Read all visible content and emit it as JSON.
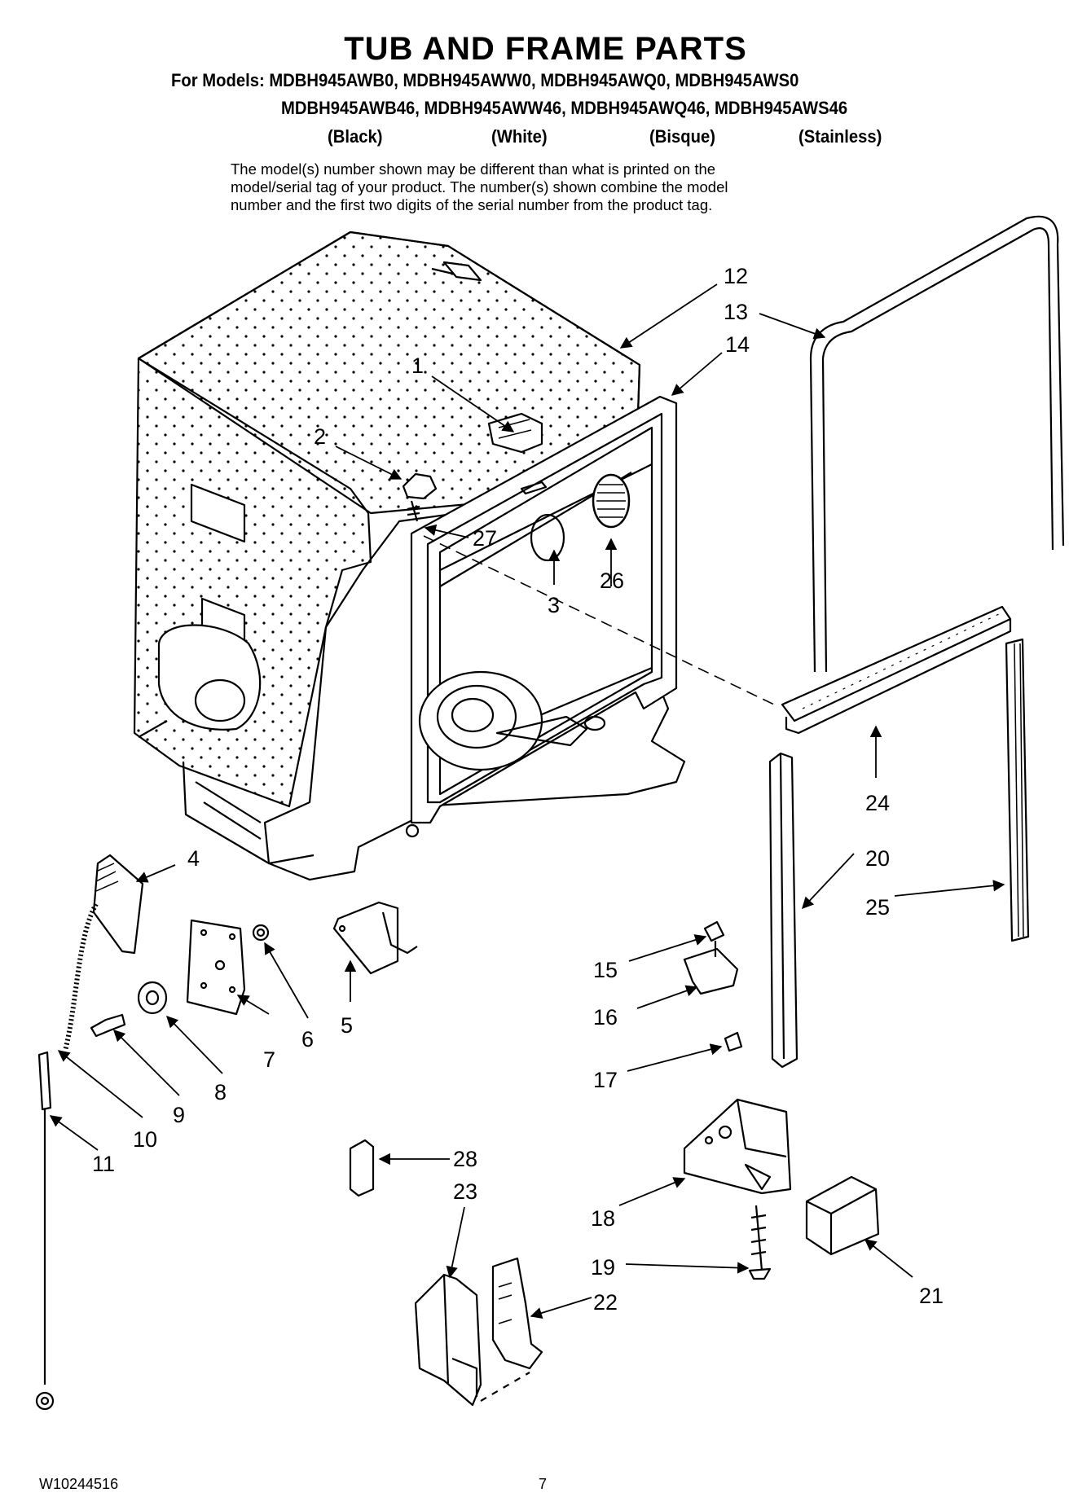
{
  "header": {
    "title": "TUB AND FRAME PARTS",
    "models_line1": "For Models: MDBH945AWB0,   MDBH945AWW0,   MDBH945AWQ0,   MDBH945AWS0",
    "models_line2": "MDBH945AWB46, MDBH945AWW46, MDBH945AWQ46, MDBH945AWS46",
    "colors": [
      "(Black)",
      "(White)",
      "(Bisque)",
      "(Stainless)"
    ]
  },
  "note": {
    "line1": "The model(s) number shown may be different than what is printed on the",
    "line2": "model/serial tag of your product. The number(s) shown combine the model",
    "line3": "number and the first two digits of the serial number from the product tag."
  },
  "callouts": {
    "c1": "1",
    "c2": "2",
    "c3": "3",
    "c4": "4",
    "c5": "5",
    "c6": "6",
    "c7": "7",
    "c8": "8",
    "c9": "9",
    "c10": "10",
    "c11": "11",
    "c12": "12",
    "c13": "13",
    "c14": "14",
    "c15": "15",
    "c16": "16",
    "c17": "17",
    "c18": "18",
    "c19": "19",
    "c20": "20",
    "c21": "21",
    "c22": "22",
    "c23": "23",
    "c24": "24",
    "c25": "25",
    "c26": "26",
    "c27": "27",
    "c28": "28"
  },
  "footer": {
    "doc_number": "W10244516",
    "page_number": "7"
  }
}
